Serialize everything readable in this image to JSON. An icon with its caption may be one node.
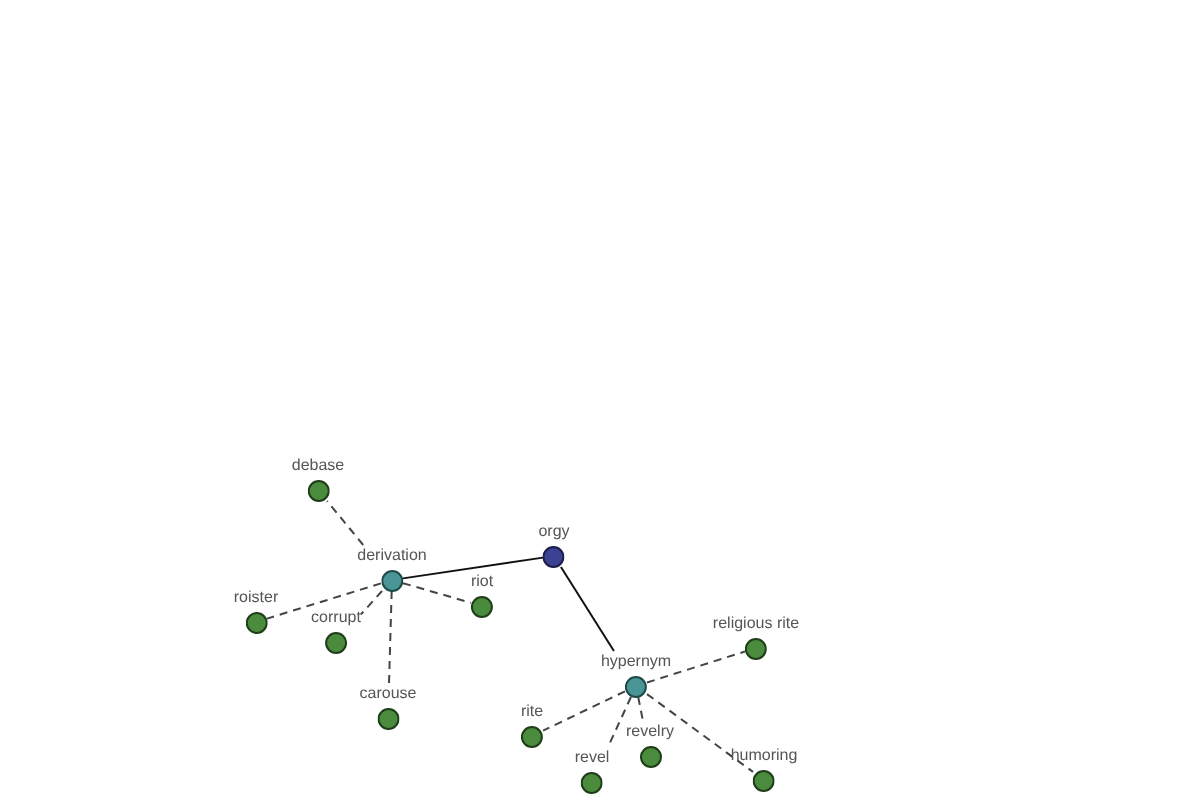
{
  "diagram": {
    "nodes": [
      {
        "text": [
          "orgy"
        ]
      },
      {
        "text": [
          "derivation"
        ]
      },
      {
        "text": [
          "debase"
        ]
      },
      {
        "text": [
          "roister"
        ]
      },
      {
        "text": [
          "corrupt"
        ]
      },
      {
        "text": [
          "riot"
        ]
      },
      {
        "text": [
          "carouse"
        ]
      },
      {
        "text": [
          "hypernym"
        ]
      },
      {
        "text": [
          "religious rite"
        ]
      },
      {
        "text": [
          "rite"
        ]
      },
      {
        "text": [
          "revelry"
        ]
      },
      {
        "text": [
          "humoring"
        ]
      },
      {
        "text": [
          "revel"
        ]
      }
    ],
    "edges": [
      {
        "from": 0,
        "to": 1,
        "arrow": "none"
      },
      {
        "from": 1,
        "to": 2,
        "arrow": "none",
        "style": "dashed"
      },
      {
        "from": 1,
        "to": 3,
        "arrow": "none",
        "style": "dashed"
      },
      {
        "from": 1,
        "to": 4,
        "arrow": "none",
        "style": "dashed"
      },
      {
        "from": 1,
        "to": 5,
        "arrow": "none",
        "style": "dashed"
      },
      {
        "from": 1,
        "to": 6,
        "arrow": "none",
        "style": "dashed"
      },
      {
        "from": 0,
        "to": 7,
        "arrow": "none"
      },
      {
        "from": 7,
        "to": 8,
        "arrow": "none",
        "style": "dashed"
      },
      {
        "from": 7,
        "to": 9,
        "arrow": "none",
        "style": "dashed"
      },
      {
        "from": 7,
        "to": 10,
        "arrow": "none",
        "style": "dashed"
      },
      {
        "from": 7,
        "to": 11,
        "arrow": "none",
        "style": "dashed"
      },
      {
        "from": 7,
        "to": 12,
        "arrow": "none",
        "style": "dashed"
      }
    ]
  }
}
